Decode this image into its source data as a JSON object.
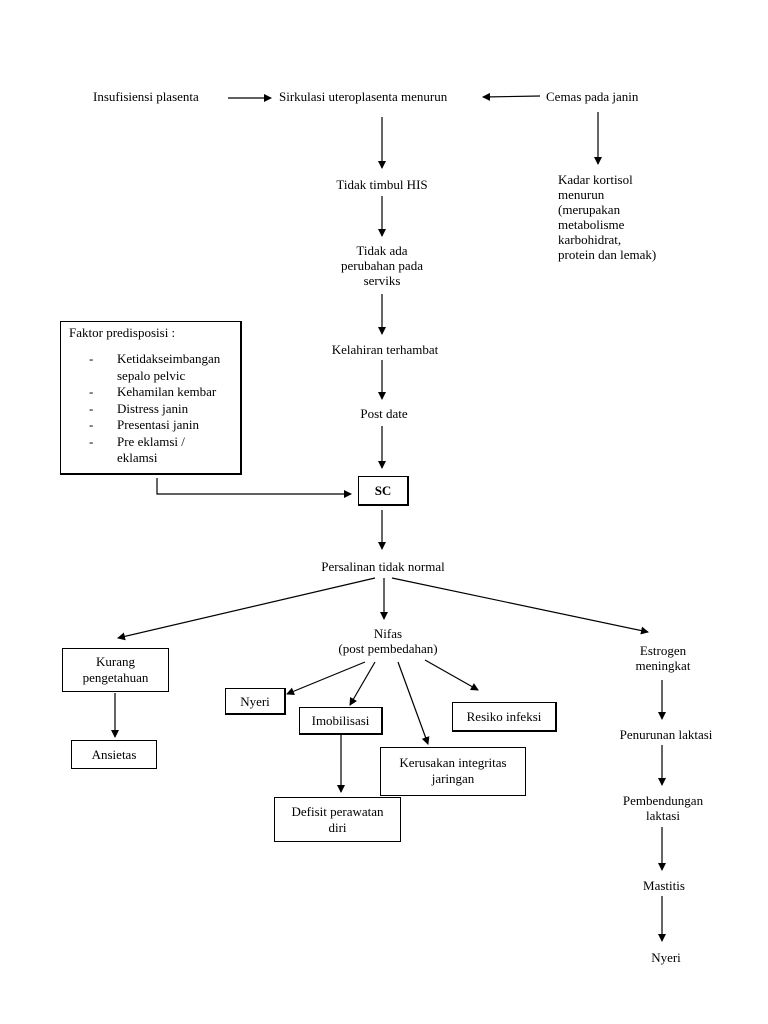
{
  "top": {
    "insufisiensi": "Insufisiensi plasenta",
    "sirkulasi": "Sirkulasi uteroplasenta menurun",
    "cemas": "Cemas pada janin"
  },
  "center": {
    "his": "Tidak timbul HIS",
    "serviks": [
      "Tidak ada",
      "perubahan pada",
      "serviks"
    ],
    "kelahiran": "Kelahiran terhambat",
    "post_date": "Post date",
    "sc": "SC",
    "persalinan": "Persalinan tidak normal"
  },
  "kortisol": [
    "Kadar kortisol",
    "menurun",
    "(merupakan",
    "metabolisme",
    "karbohidrat,",
    "protein dan lemak)"
  ],
  "faktor": {
    "title": "Faktor predisposisi :",
    "items": [
      [
        "Ketidakseimbangan",
        "sepalo pelvic"
      ],
      [
        "Kehamilan kembar"
      ],
      [
        "Distress janin"
      ],
      [
        "Presentasi janin"
      ],
      [
        "Pre eklamsi /",
        "eklamsi"
      ]
    ]
  },
  "left_branch": {
    "kurang": [
      "Kurang",
      "pengetahuan"
    ],
    "ansietas": "Ansietas"
  },
  "nifas": {
    "title": "Nifas",
    "sub": "(post pembedahan)",
    "nyeri": "Nyeri",
    "imobilisasi": "Imobilisasi",
    "resiko": "Resiko infeksi",
    "kerusakan": [
      "Kerusakan integritas",
      "jaringan"
    ],
    "defisit": [
      "Defisit perawatan",
      "diri"
    ]
  },
  "right_branch": {
    "estrogen": [
      "Estrogen",
      "meningkat"
    ],
    "penurunan": "Penurunan laktasi",
    "pembendungan": [
      "Pembendungan",
      "laktasi"
    ],
    "mastitis": "Mastitis",
    "nyeri": "Nyeri"
  }
}
